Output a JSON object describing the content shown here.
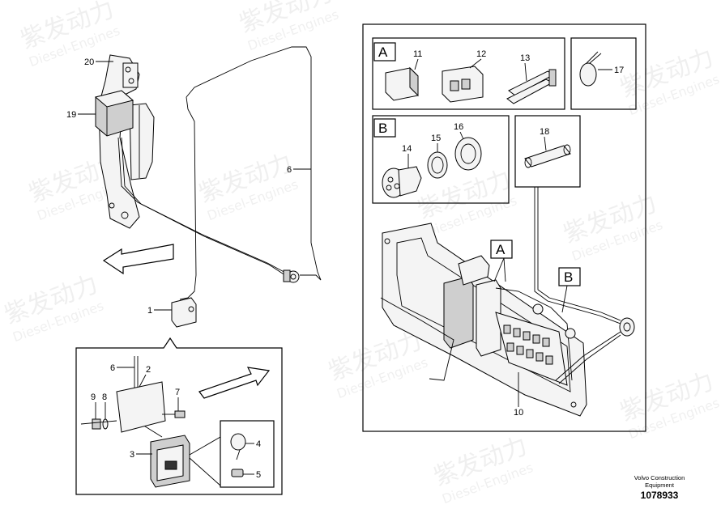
{
  "watermark": {
    "brand_cn": "紫发动力",
    "brand_en": "Diesel-Engines"
  },
  "reference": {
    "maker_line1": "Volvo Construction",
    "maker_line2": "Equipment",
    "number": "1078933"
  },
  "callouts": {
    "c1": "1",
    "c2": "2",
    "c3": "3",
    "c4": "4",
    "c5": "5",
    "c6a": "6",
    "c6b": "6",
    "c7": "7",
    "c8": "8",
    "c9": "9",
    "c10": "10",
    "c11": "11",
    "c12": "12",
    "c13": "13",
    "c14": "14",
    "c15": "15",
    "c16": "16",
    "c17": "17",
    "c18": "18",
    "c19": "19",
    "c20": "20"
  },
  "detail_boxes": {
    "a_top": "A",
    "b_top": "B",
    "a_panel": "A",
    "b_panel": "B"
  }
}
